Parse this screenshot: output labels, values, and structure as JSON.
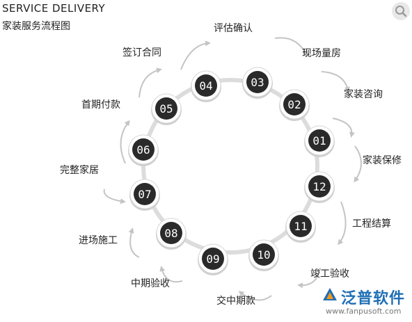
{
  "header": {
    "title_en": "SERVICE DELIVERY",
    "title_cn": "家装服务流程图"
  },
  "steps": [
    {
      "num": "01",
      "label": "家装咨询"
    },
    {
      "num": "02",
      "label": "现场量房"
    },
    {
      "num": "03",
      "label": "评估确认"
    },
    {
      "num": "04",
      "label": "签订合同"
    },
    {
      "num": "05",
      "label": "首期付款"
    },
    {
      "num": "06",
      "label": ""
    },
    {
      "num": "07",
      "label": "完整家居"
    },
    {
      "num": "08",
      "label": "进场施工"
    },
    {
      "num": "09",
      "label": "中期验收"
    },
    {
      "num": "10",
      "label": "交中期款"
    },
    {
      "num": "11",
      "label": "竣工验收"
    },
    {
      "num": "12",
      "label": "工程结算"
    },
    {
      "num": "",
      "label": "家装保修"
    }
  ],
  "watermark": {
    "brand": "泛普软件",
    "url": "www.fanpusoft.com"
  },
  "colors": {
    "node_fill": "#2a2a2a",
    "ring": "#dcdcdc",
    "arrow": "#c4c4c4",
    "brand": "#1f6fb5"
  },
  "icons": {
    "zoom": "magnifier-icon",
    "logo": "fanpu-logo-icon"
  }
}
